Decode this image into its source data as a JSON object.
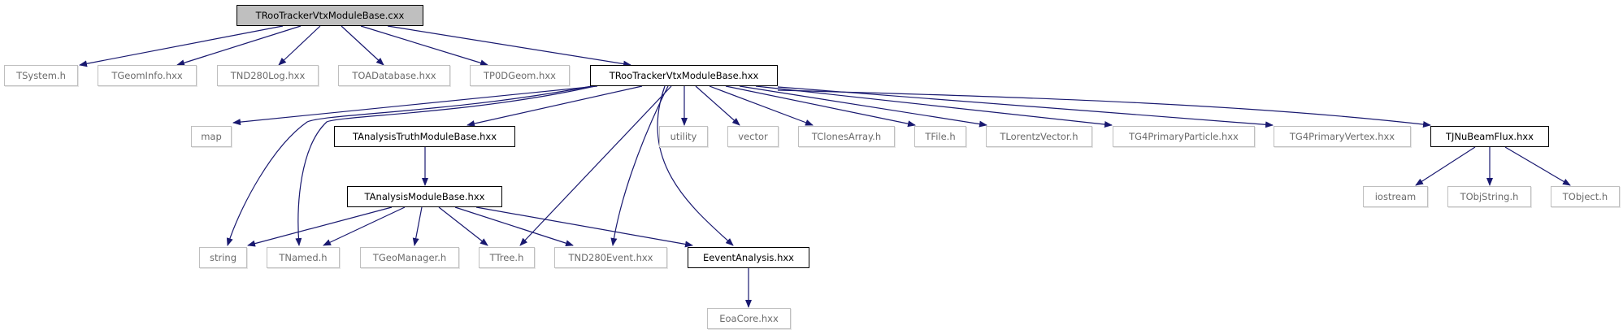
{
  "nodes": {
    "root": "TRooTrackerVtxModuleBase.cxx",
    "tsystem": "TSystem.h",
    "tgeominfo": "TGeomInfo.hxx",
    "tnd280log": "TND280Log.hxx",
    "toadatabase": "TOADatabase.hxx",
    "tp0dgeom": "TP0DGeom.hxx",
    "trootracker_hxx": "TRooTrackerVtxModuleBase.hxx",
    "map": "map",
    "tanalysistruth": "TAnalysisTruthModuleBase.hxx",
    "utility": "utility",
    "vector": "vector",
    "tclonesarray": "TClonesArray.h",
    "tfile": "TFile.h",
    "tlorentzvector": "TLorentzVector.h",
    "tg4primaryparticle": "TG4PrimaryParticle.hxx",
    "tg4primaryvertex": "TG4PrimaryVertex.hxx",
    "tjnubeamflux": "TJNuBeamFlux.hxx",
    "tanalysismodule": "TAnalysisModuleBase.hxx",
    "iostream": "iostream",
    "tobjstring": "TObjString.h",
    "tobject": "TObject.h",
    "string": "string",
    "tnamed": "TNamed.h",
    "tgeomanager": "TGeoManager.h",
    "ttree": "TTree.h",
    "tnd280event": "TND280Event.hxx",
    "eeventanalysis": "EeventAnalysis.hxx",
    "eoacore": "EoaCore.hxx"
  },
  "colors": {
    "edge": "#191970",
    "root_fill": "#bfbfbf",
    "external_border": "#bfbfbf"
  }
}
